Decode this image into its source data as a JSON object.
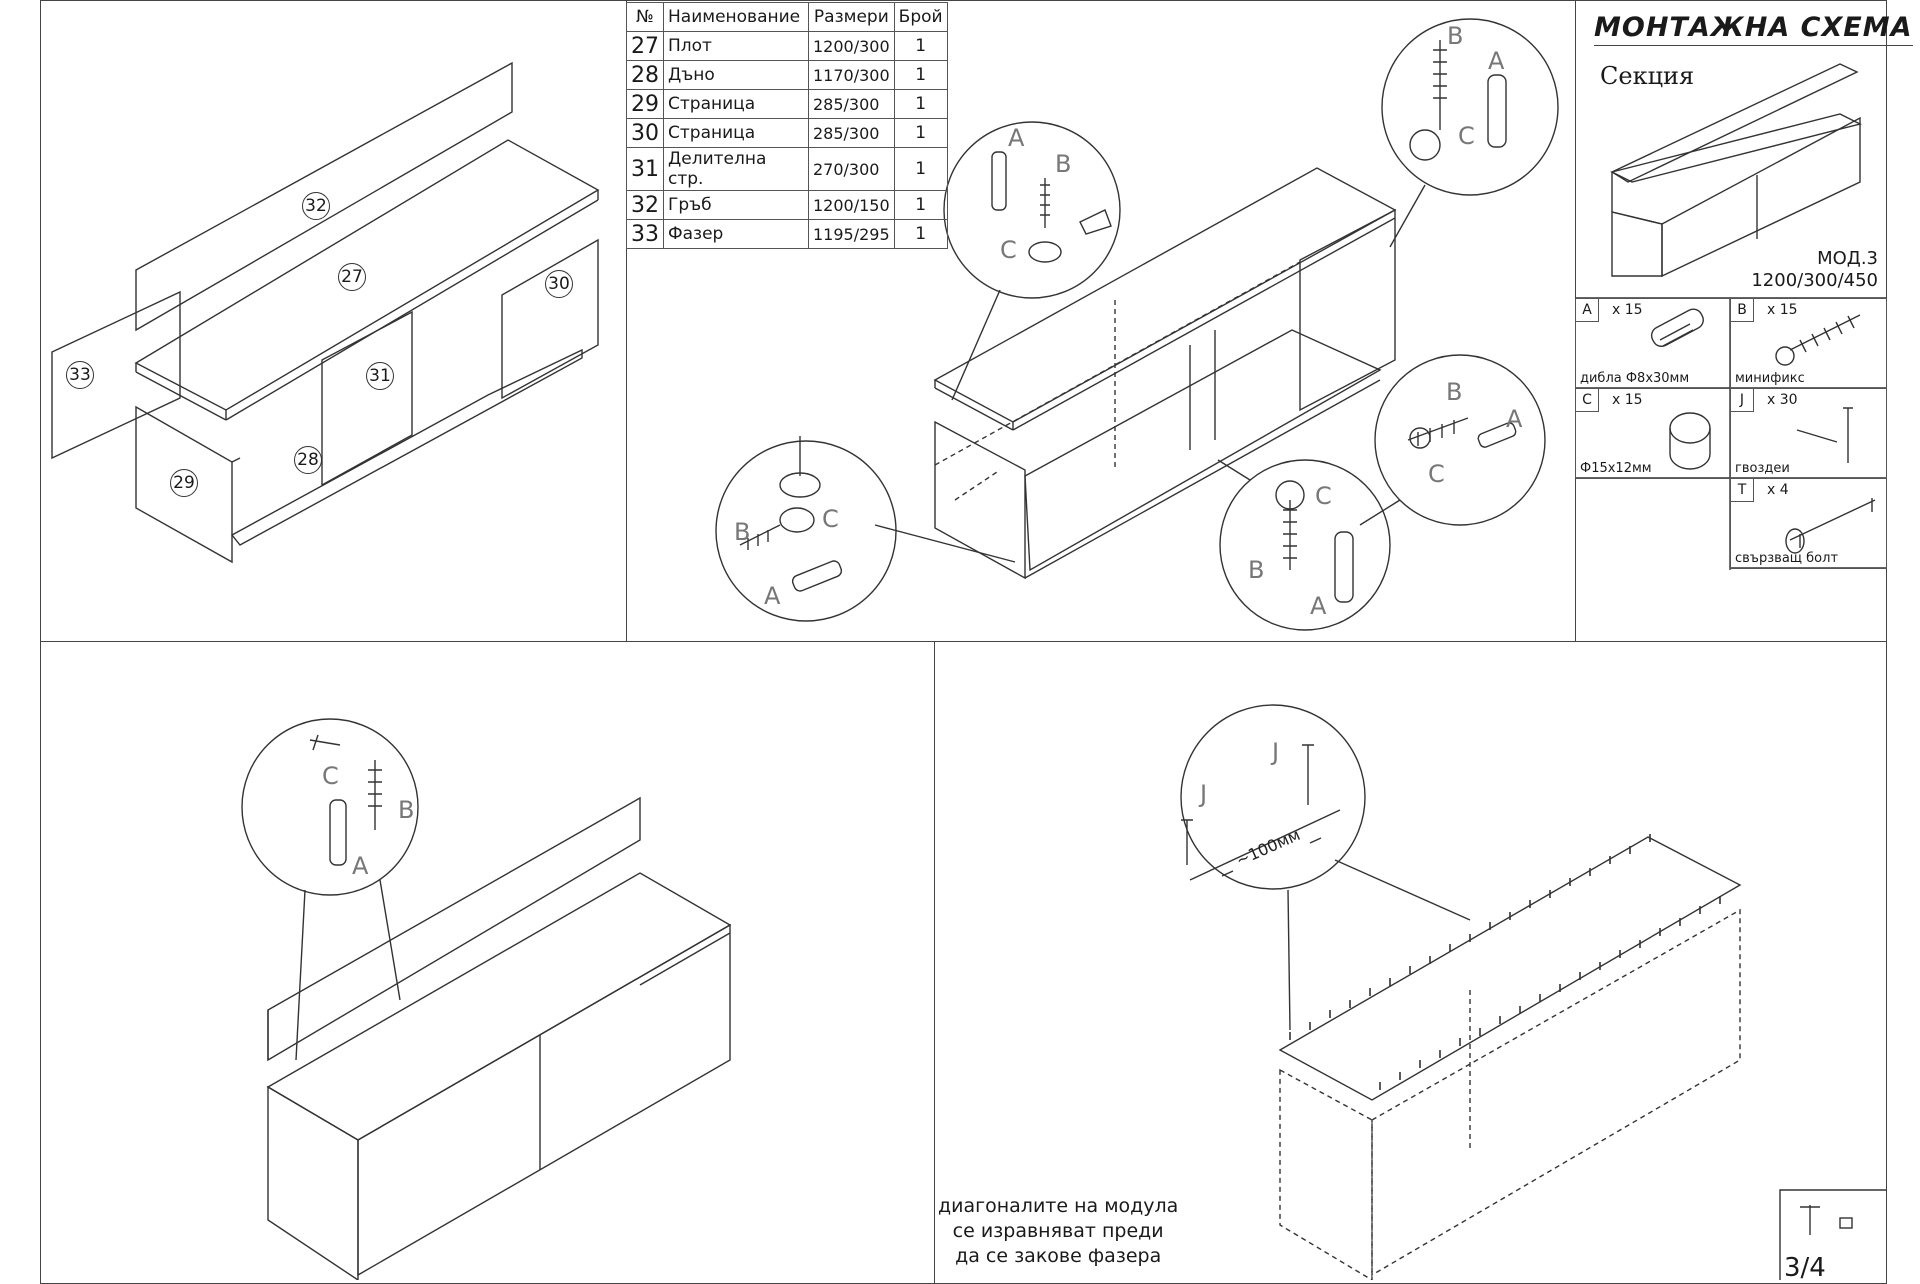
{
  "parts_table": {
    "headers": {
      "no": "№",
      "name": "Наименование",
      "size": "Размери",
      "qty": "Брой"
    },
    "rows": [
      {
        "no": "27",
        "name": "Плот",
        "size": "1200/300",
        "qty": "1"
      },
      {
        "no": "28",
        "name": "Дъно",
        "size": "1170/300",
        "qty": "1"
      },
      {
        "no": "29",
        "name": "Страница",
        "size": "285/300",
        "qty": "1"
      },
      {
        "no": "30",
        "name": "Страница",
        "size": "285/300",
        "qty": "1"
      },
      {
        "no": "31",
        "name": "Делителна стр.",
        "size": "270/300",
        "qty": "1"
      },
      {
        "no": "32",
        "name": "Гръб",
        "size": "1200/150",
        "qty": "1"
      },
      {
        "no": "33",
        "name": "Фазер",
        "size": "1195/295",
        "qty": "1"
      }
    ]
  },
  "header": {
    "title": "МОНТАЖНА СХЕМА",
    "subtitle": "Секция",
    "model": "МОД.3",
    "dimensions": "1200/300/450"
  },
  "hardware": [
    {
      "letter": "A",
      "count": "x 15",
      "desc": "дибла  Ф8х30мм",
      "icon": "dowel-icon"
    },
    {
      "letter": "B",
      "count": "x 15",
      "desc": "минификс",
      "icon": "minifix-bolt-icon"
    },
    {
      "letter": "C",
      "count": "x 15",
      "desc": "Ф15х12мм",
      "icon": "cam-lock-icon"
    },
    {
      "letter": "J",
      "count": "x 30",
      "desc": "гвоздеи",
      "icon": "nail-icon"
    },
    {
      "letter": "T",
      "count": "x 4",
      "desc": "свързващ болт",
      "icon": "connecting-bolt-icon"
    }
  ],
  "exploded_labels": [
    "32",
    "27",
    "30",
    "33",
    "31",
    "28",
    "29"
  ],
  "detail_letters": {
    "a": "A",
    "b": "B",
    "c": "C",
    "j": "J"
  },
  "nail_spacing": "~100мм",
  "note_lines": [
    "диагоналите на модула",
    "се изравняват преди",
    "да се закове фазера"
  ],
  "page_number": "3/4"
}
